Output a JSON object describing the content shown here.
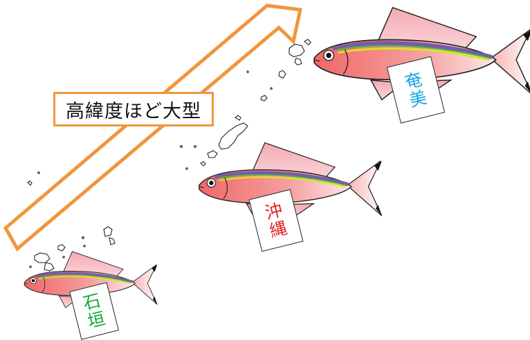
{
  "caption": "高緯度ほど大型",
  "fish": [
    {
      "id": "amami",
      "chars": [
        "奄",
        "美"
      ],
      "color": "#1aa8e0"
    },
    {
      "id": "okinawa",
      "chars": [
        "沖",
        "縄"
      ],
      "color": "#e62020"
    },
    {
      "id": "ishigaki",
      "chars": [
        "石",
        "垣"
      ],
      "color": "#14a83c"
    }
  ],
  "colors": {
    "arrow": "#f0963c",
    "fish_body": "#f47a7a",
    "fish_fin": "#f4a0a8",
    "stripe_purple": "#7a5aa8",
    "stripe_yellow": "#d8e81a",
    "stripe_green": "#3ec03a"
  },
  "icons": [
    "diagonal-arrow-icon",
    "fish-icon",
    "island-outline-icon"
  ]
}
